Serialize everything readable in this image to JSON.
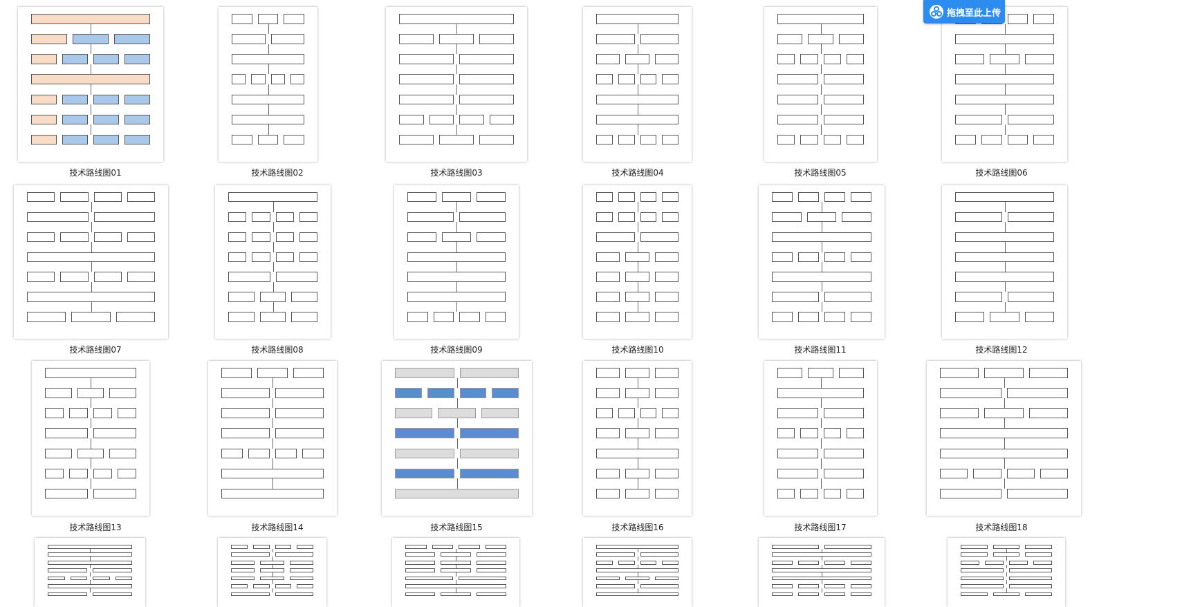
{
  "upload_button": {
    "label": "拖拽至此上传",
    "icon": "cloud-share-icon",
    "color": "#2d8cf0"
  },
  "items": [
    {
      "label": "技术路线图01"
    },
    {
      "label": "技术路线图02"
    },
    {
      "label": "技术路线图03"
    },
    {
      "label": "技术路线图04"
    },
    {
      "label": "技术路线图05"
    },
    {
      "label": "技术路线图06"
    },
    {
      "label": "技术路线图07"
    },
    {
      "label": "技术路线图08"
    },
    {
      "label": "技术路线图09"
    },
    {
      "label": "技术路线图10"
    },
    {
      "label": "技术路线图11"
    },
    {
      "label": "技术路线图12"
    },
    {
      "label": "技术路线图13"
    },
    {
      "label": "技术路线图14"
    },
    {
      "label": "技术路线图15"
    },
    {
      "label": "技术路线图16"
    },
    {
      "label": "技术路线图17"
    },
    {
      "label": "技术路线图18"
    }
  ]
}
